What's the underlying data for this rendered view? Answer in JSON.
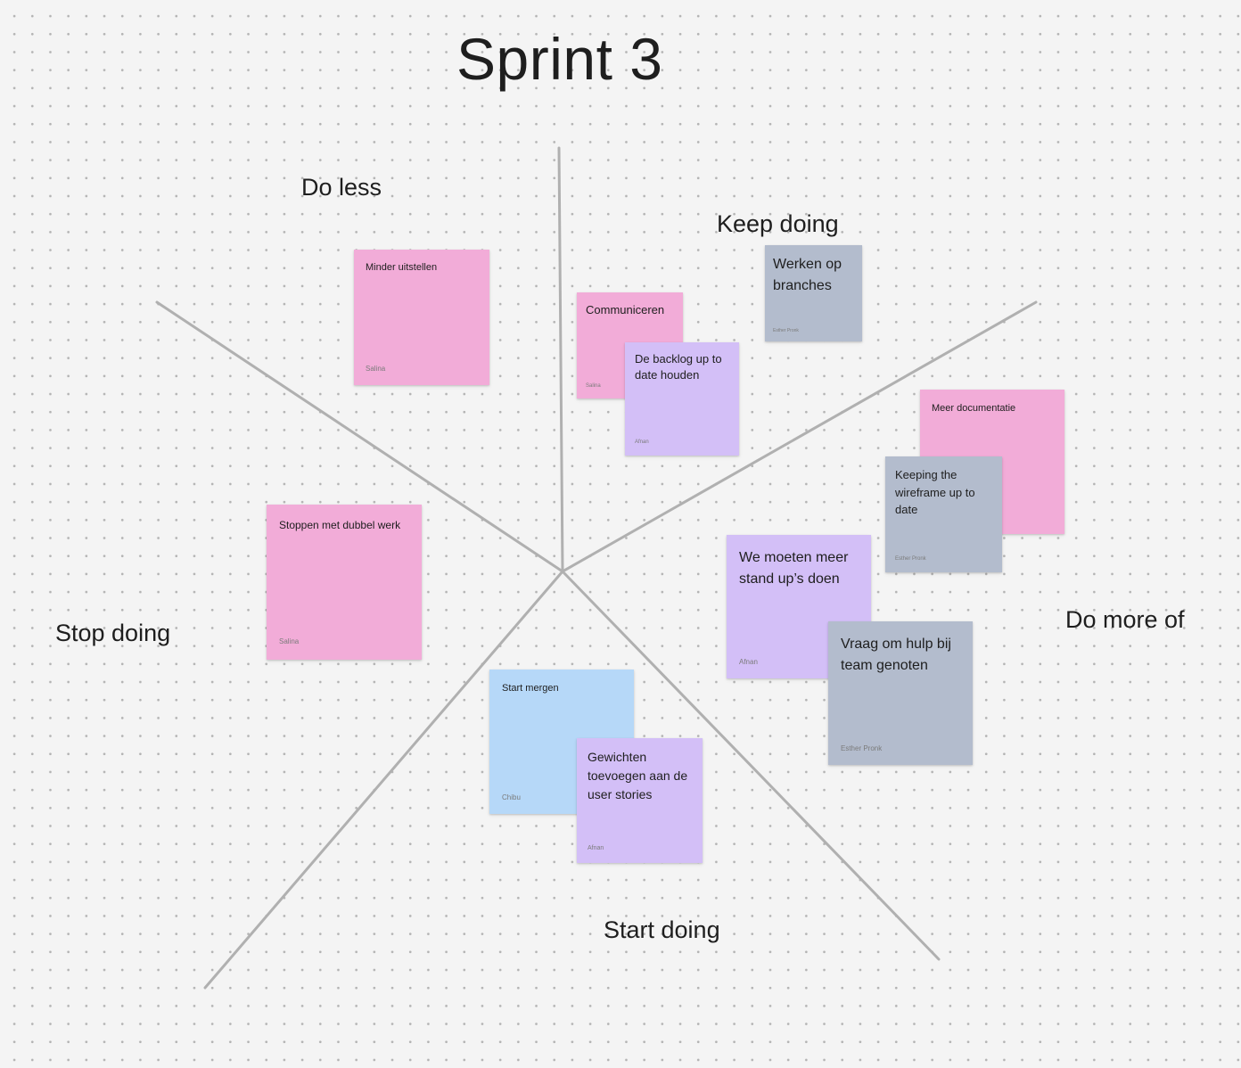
{
  "board": {
    "title": "Sprint 3",
    "line_color": "#b0b0b0",
    "background_color": "#f4f4f4"
  },
  "sections": {
    "do_less": "Do less",
    "keep_doing": "Keep doing",
    "stop_doing": "Stop doing",
    "do_more_of": "Do more of",
    "start_doing": "Start doing"
  },
  "note_colors": {
    "pink": "#f2acd8",
    "violet": "#d3bff7",
    "grey": "#b3bccd",
    "blue": "#b6d8f8"
  },
  "notes": {
    "minder_uitstellen": {
      "text": "Minder uitstellen",
      "author": "Salina"
    },
    "communiceren": {
      "text": "Communiceren",
      "author": "Salina"
    },
    "backlog": {
      "text": "De backlog up to date houden",
      "author": "Afnan"
    },
    "werken_op_branches": {
      "text": "Werken op branches",
      "author": "Esther Pronk"
    },
    "meer_documentatie": {
      "text": "Meer documentatie",
      "author": ""
    },
    "wireframe": {
      "text": "Keeping the wireframe up to date",
      "author": "Esther Pronk"
    },
    "stand_ups": {
      "text": "We moeten meer stand up’s doen",
      "author": "Afnan"
    },
    "hulp": {
      "text": "Vraag om hulp bij team genoten",
      "author": "Esther Pronk"
    },
    "dubbel_werk": {
      "text": "Stoppen met dubbel werk",
      "author": "Salina"
    },
    "start_mergen": {
      "text": "Start mergen",
      "author": "Chibu"
    },
    "gewichten": {
      "text": "Gewichten toevoegen aan de user stories",
      "author": "Afnan"
    }
  }
}
